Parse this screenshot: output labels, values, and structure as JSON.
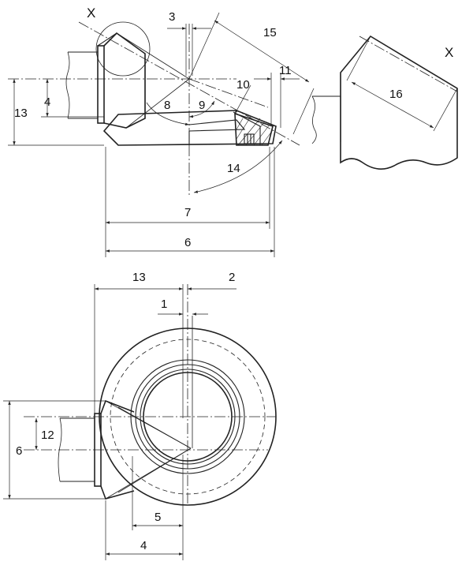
{
  "detail_marker": "X",
  "detail_title": "X",
  "labels": {
    "l1": "1",
    "l2": "2",
    "l3": "3",
    "l4": "4",
    "l4b": "4",
    "l5": "5",
    "l6": "6",
    "l6b": "6",
    "l7": "7",
    "l8": "8",
    "l9": "9",
    "l10": "10",
    "l11": "11",
    "l12": "12",
    "l13": "13",
    "l13b": "13",
    "l14": "14",
    "l15": "15",
    "l16": "16"
  }
}
